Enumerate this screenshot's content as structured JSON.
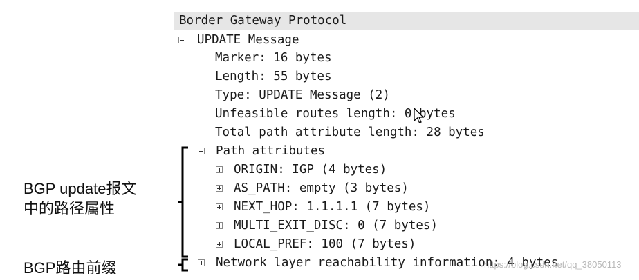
{
  "header": "Border Gateway Protocol",
  "update": {
    "label": "UPDATE Message",
    "fields": [
      "Marker: 16 bytes",
      "Length: 55 bytes",
      "Type: UPDATE Message (2)",
      "Unfeasible routes length: 0 bytes",
      "Total path attribute length: 28 bytes"
    ]
  },
  "path_attributes": {
    "label": "Path attributes",
    "items": [
      "ORIGIN: IGP (4 bytes)",
      "AS_PATH: empty (3 bytes)",
      "NEXT_HOP: 1.1.1.1 (7 bytes)",
      "MULTI_EXIT_DISC: 0 (7 bytes)",
      "LOCAL_PREF: 100 (7 bytes)"
    ]
  },
  "nlri": "Network layer reachability information: 4 bytes",
  "annotations": {
    "path_attr_line1": "BGP update报文",
    "path_attr_line2": "中的路径属性",
    "prefix": "BGP路由前缀"
  },
  "watermark": "https://blog.csdn.net/qq_38050113"
}
